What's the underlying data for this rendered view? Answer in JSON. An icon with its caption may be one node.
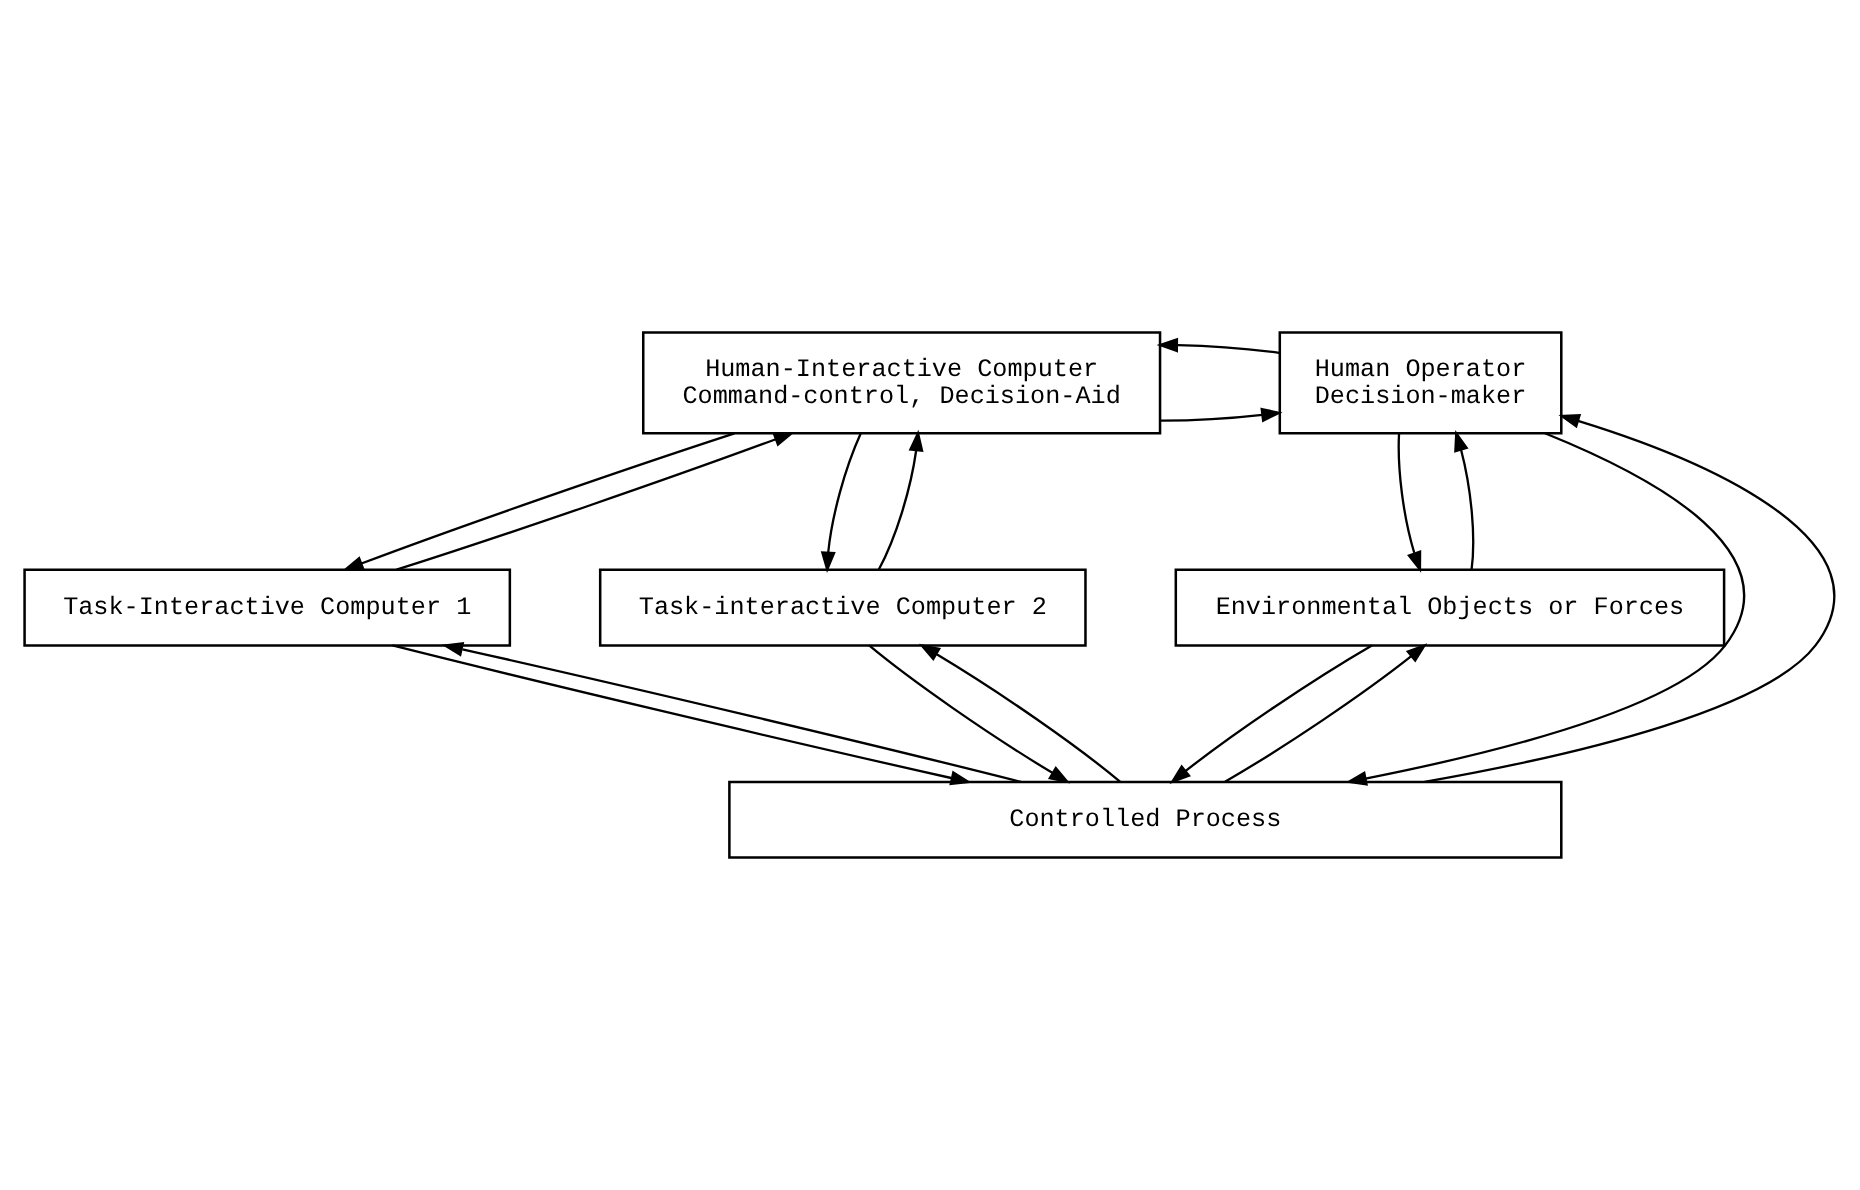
{
  "diagram": {
    "nodes": [
      {
        "text": [
          "Human-Interactive Computer",
          "Command-control, Decision-Aid"
        ]
      },
      {
        "text": [
          "Human Operator",
          "Decision-maker"
        ]
      },
      {
        "text": [
          "Task-Interactive Computer 1"
        ]
      },
      {
        "text": [
          "Task-interactive Computer 2"
        ]
      },
      {
        "text": [
          "Environmental Objects or Forces"
        ]
      },
      {
        "text": [
          "Controlled Process"
        ]
      }
    ],
    "edges": [
      {
        "from": 0,
        "to": 1,
        "arrow": "to"
      },
      {
        "from": 1,
        "to": 0,
        "arrow": "to"
      },
      {
        "from": 0,
        "to": 2,
        "arrow": "to"
      },
      {
        "from": 2,
        "to": 0,
        "arrow": "to"
      },
      {
        "from": 0,
        "to": 3,
        "arrow": "to"
      },
      {
        "from": 3,
        "to": 0,
        "arrow": "to"
      },
      {
        "from": 1,
        "to": 5,
        "arrow": "to"
      },
      {
        "from": 5,
        "to": 1,
        "arrow": "to"
      },
      {
        "from": 1,
        "to": 4,
        "arrow": "to"
      },
      {
        "from": 4,
        "to": 1,
        "arrow": "to"
      },
      {
        "from": 2,
        "to": 5,
        "arrow": "to"
      },
      {
        "from": 5,
        "to": 2,
        "arrow": "to"
      },
      {
        "from": 3,
        "to": 5,
        "arrow": "to"
      },
      {
        "from": 5,
        "to": 3,
        "arrow": "to"
      },
      {
        "from": 5,
        "to": 4,
        "arrow": "to"
      },
      {
        "from": 4,
        "to": 5,
        "arrow": "to"
      }
    ]
  }
}
